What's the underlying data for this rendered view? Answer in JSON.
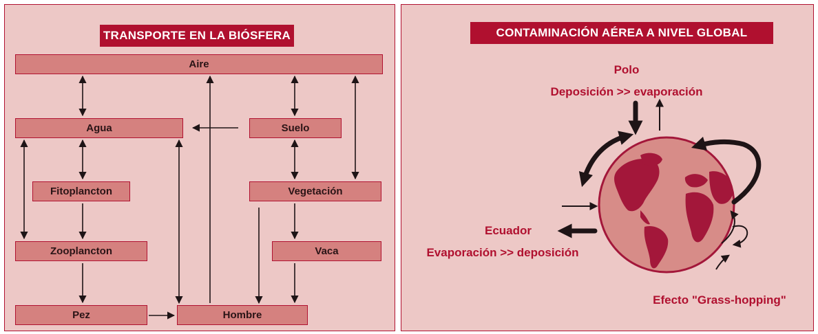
{
  "left": {
    "title": "TRANSPORTE EN LA BIÓSFERA",
    "nodes": {
      "aire": "Aire",
      "agua": "Agua",
      "suelo": "Suelo",
      "fitoplancton": "Fitoplancton",
      "vegetacion": "Vegetación",
      "zooplancton": "Zooplancton",
      "vaca": "Vaca",
      "pez": "Pez",
      "hombre": "Hombre"
    }
  },
  "right": {
    "title": "CONTAMINACIÓN AÉREA A NIVEL GLOBAL",
    "polo": "Polo",
    "polo_desc": "Deposición >> evaporación",
    "ecuador": "Ecuador",
    "ecuador_desc": "Evaporación >> deposición",
    "efecto": "Efecto \"Grass-hopping\""
  },
  "colors": {
    "accent": "#b0102f",
    "panel_bg": "#edc8c6",
    "box_fill": "#d5817f",
    "globe_land": "#a3173a",
    "globe_ocean": "#d78c88"
  },
  "icons": [
    "globe-icon"
  ]
}
